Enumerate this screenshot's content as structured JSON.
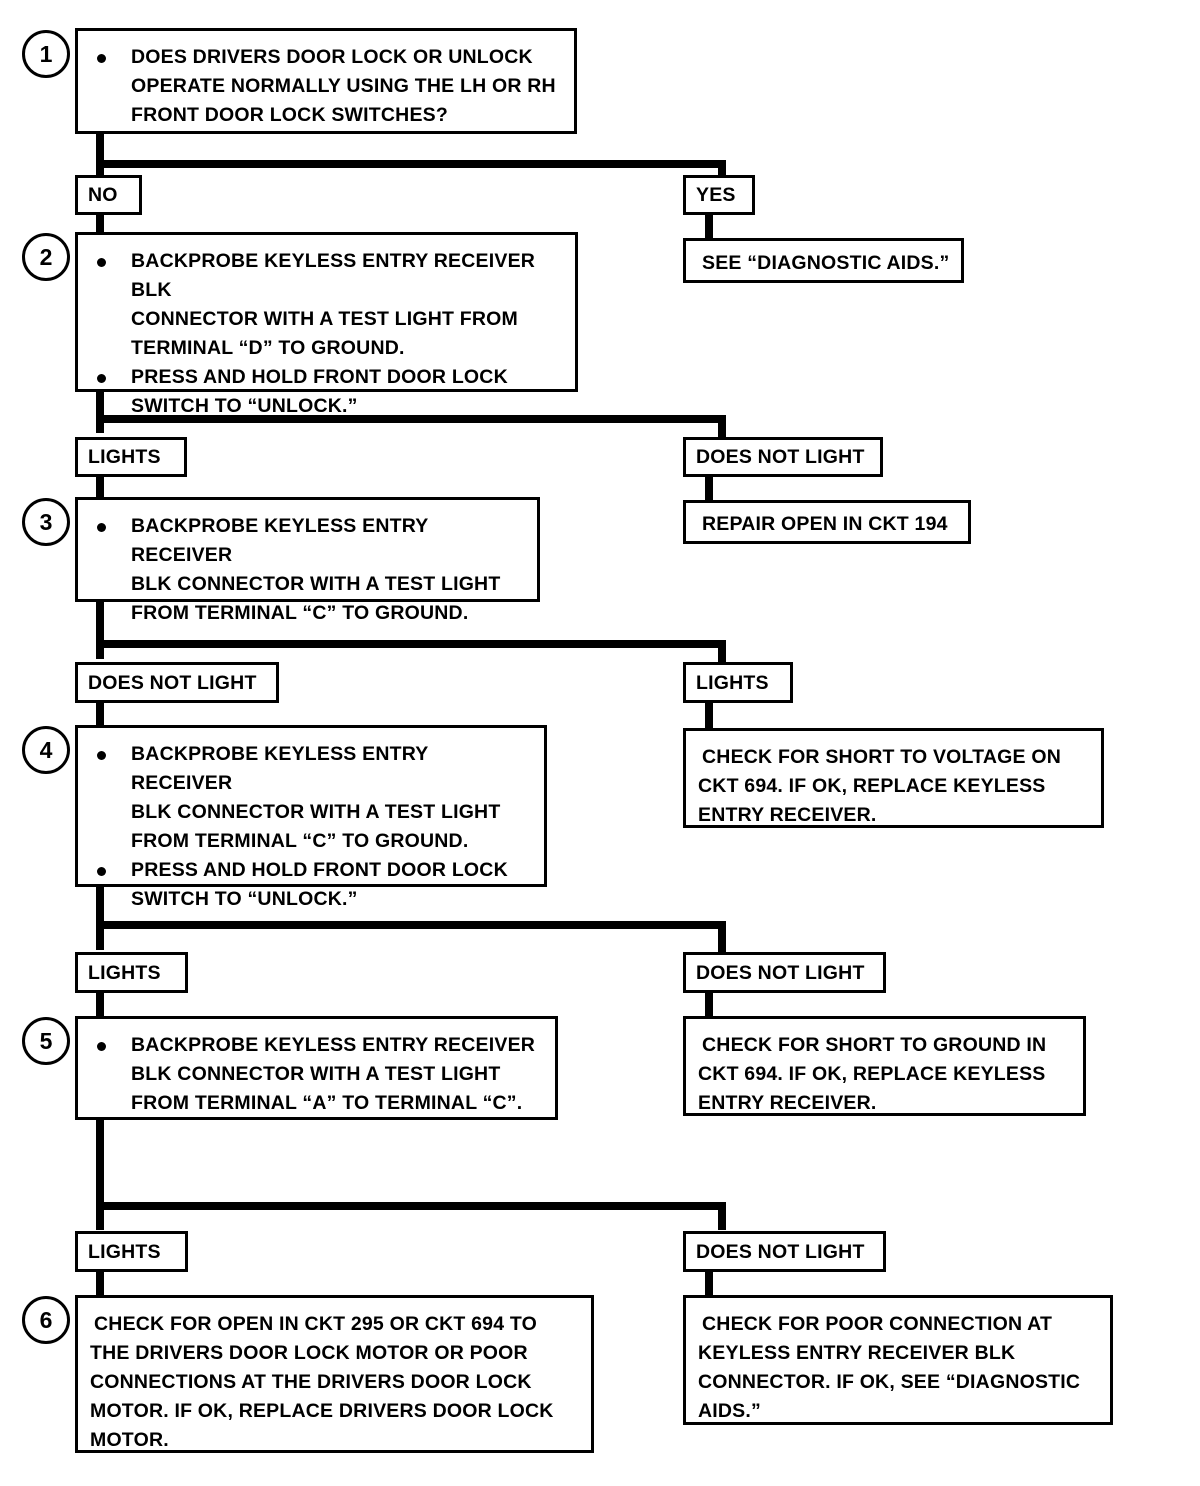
{
  "document": {
    "type": "diagnostic-flowchart",
    "colors": {
      "ink": "#000000",
      "paper": "#ffffff"
    }
  },
  "steps": [
    {
      "number": "1",
      "bullets": [
        "DOES DRIVERS DOOR LOCK OR UNLOCK\nOPERATE NORMALLY USING THE LH OR RH\nFRONT DOOR LOCK SWITCHES?"
      ]
    },
    {
      "number": "2",
      "bullets": [
        "BACKPROBE KEYLESS ENTRY RECEIVER BLK\nCONNECTOR WITH A TEST LIGHT FROM\nTERMINAL “D” TO GROUND.",
        "PRESS AND HOLD FRONT DOOR LOCK\nSWITCH TO “UNLOCK.”"
      ]
    },
    {
      "number": "3",
      "bullets": [
        "BACKPROBE KEYLESS ENTRY RECEIVER\nBLK CONNECTOR WITH A TEST LIGHT\nFROM TERMINAL “C” TO GROUND."
      ]
    },
    {
      "number": "4",
      "bullets": [
        "BACKPROBE KEYLESS ENTRY RECEIVER\nBLK CONNECTOR WITH A TEST LIGHT\nFROM TERMINAL “C” TO GROUND.",
        "PRESS AND HOLD FRONT DOOR LOCK\nSWITCH TO “UNLOCK.”"
      ]
    },
    {
      "number": "5",
      "bullets": [
        "BACKPROBE KEYLESS ENTRY RECEIVER\nBLK CONNECTOR WITH A TEST LIGHT\nFROM TERMINAL “A” TO TERMINAL “C”."
      ]
    },
    {
      "number": "6",
      "bullets": [],
      "text": "CHECK FOR OPEN IN CKT 295 OR CKT 694 TO\nTHE DRIVERS DOOR LOCK MOTOR OR POOR\nCONNECTIONS AT THE DRIVERS DOOR LOCK\nMOTOR.  IF OK, REPLACE DRIVERS DOOR LOCK\nMOTOR."
    }
  ],
  "branches": [
    {
      "id": "b1",
      "left_label": "NO",
      "right_label": "YES"
    },
    {
      "id": "b2",
      "left_label": "LIGHTS",
      "right_label": "DOES NOT LIGHT"
    },
    {
      "id": "b3",
      "left_label": "DOES NOT LIGHT",
      "right_label": "LIGHTS"
    },
    {
      "id": "b4",
      "left_label": "LIGHTS",
      "right_label": "DOES NOT LIGHT"
    },
    {
      "id": "b5",
      "left_label": "LIGHTS",
      "right_label": "DOES NOT LIGHT"
    }
  ],
  "outcomes": {
    "yes_diagnostic_aids": "SEE “DIAGNOSTIC AIDS.”",
    "repair_open_ckt194": "REPAIR OPEN IN CKT 194",
    "short_to_voltage_ckt694": "CHECK FOR SHORT TO VOLTAGE ON\nCKT 694.  IF OK, REPLACE KEYLESS\nENTRY RECEIVER.",
    "short_to_ground_ckt694": "CHECK FOR SHORT TO GROUND IN\nCKT 694.  IF OK, REPLACE KEYLESS\nENTRY RECEIVER.",
    "poor_connection_receiver": "CHECK FOR POOR CONNECTION AT\nKEYLESS ENTRY RECEIVER BLK\nCONNECTOR.  IF OK, SEE “DIAGNOSTIC\nAIDS.”"
  }
}
